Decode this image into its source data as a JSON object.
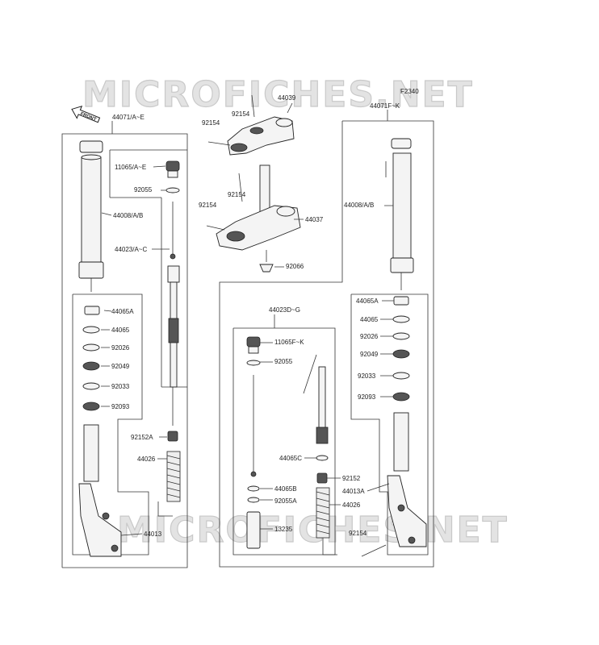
{
  "watermark": {
    "top": "MICROFICHES.NET",
    "bottom": "MICROFICHES.NET"
  },
  "figure_code": "F2340",
  "front_badge": "FRONT",
  "labels": {
    "l_44071AE": "44071/A~E",
    "l_11065AE": "11065/A~E",
    "l_92055_left": "92055",
    "l_44008AB_left": "44008/A/B",
    "l_44023AC": "44023/A~C",
    "l_44065A_left": "44065A",
    "l_44065_left": "44065",
    "l_92026_left": "92026",
    "l_92049_left": "92049",
    "l_92033_left": "92033",
    "l_92093_left": "92093",
    "l_92152A": "92152A",
    "l_44026_left": "44026",
    "l_44013": "44013",
    "l_92154_a": "92154",
    "l_92154_b": "92154",
    "l_44039": "44039",
    "l_92154_c": "92154",
    "l_92154_d": "92154",
    "l_44037": "44037",
    "l_92066": "92066",
    "l_44071FK": "44071F~K",
    "l_44008AB_right": "44008/A/B",
    "l_44065A_right": "44065A",
    "l_44065_right": "44065",
    "l_92026_right": "92026",
    "l_92049_right": "92049",
    "l_92033_right": "92033",
    "l_92093_right": "92093",
    "l_44023DG": "44023D~G",
    "l_11065FK": "11065F~K",
    "l_92055_mid": "92055",
    "l_44065C": "44065C",
    "l_92152": "92152",
    "l_44013A": "44013A",
    "l_44065B": "44065B",
    "l_92055A": "92055A",
    "l_44026_mid": "44026",
    "l_13235": "13235",
    "l_92154_e": "92154"
  }
}
